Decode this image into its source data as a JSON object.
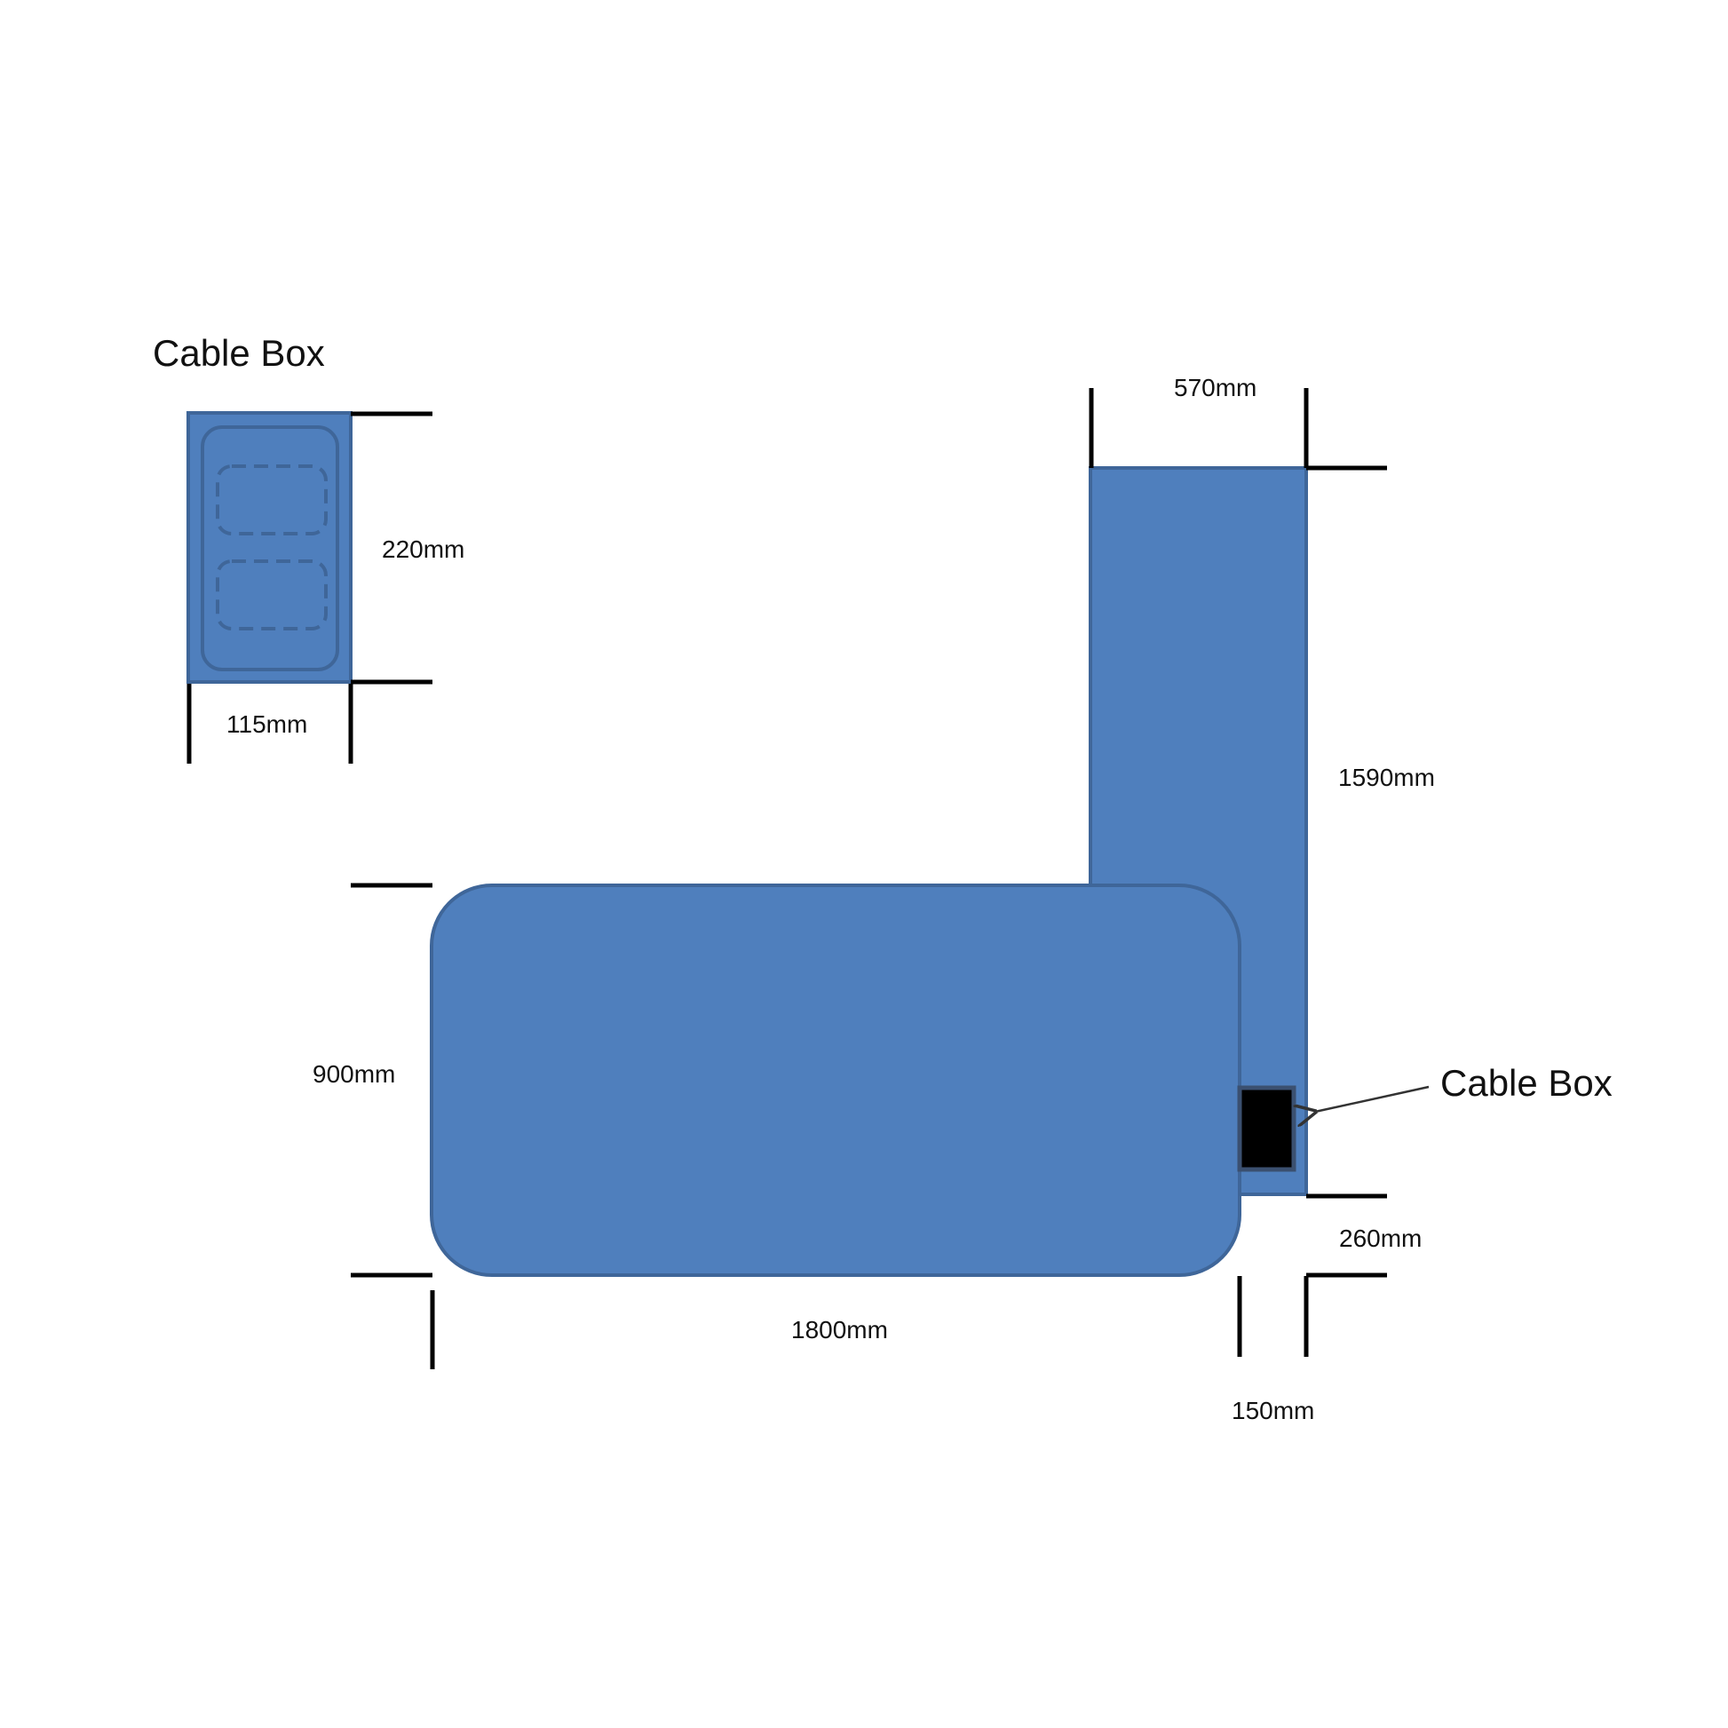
{
  "colors": {
    "desk_fill": "#4f7fbd",
    "desk_stroke": "#3f6699",
    "cable_box_fill": "#000000",
    "dimension_line": "#000000",
    "background": "#ffffff"
  },
  "detail": {
    "title": "Cable Box",
    "height_label": "220mm",
    "width_label": "115mm"
  },
  "plan": {
    "return_width_label": "570mm",
    "return_length_label": "1590mm",
    "desk_depth_label": "900mm",
    "desk_length_label": "1800mm",
    "cable_box_callout": "Cable Box",
    "offset_label": "260mm",
    "gap_label": "150mm"
  }
}
